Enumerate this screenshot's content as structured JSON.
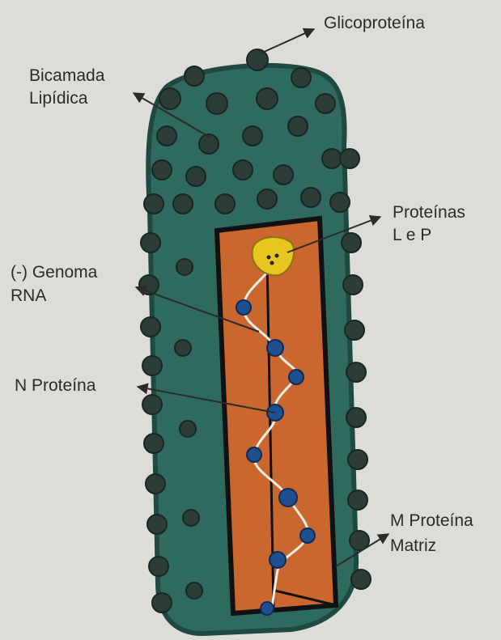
{
  "labels": {
    "glycoprotein": "Glicoproteína",
    "lipid_bilayer": [
      "Bicamada",
      "Lipídica"
    ],
    "l_p_proteins": [
      "Proteínas",
      "L e P"
    ],
    "genome": [
      "(-) Genoma",
      "RNA"
    ],
    "n_protein": "N Proteína",
    "m_protein": [
      "M Proteína",
      "Matriz"
    ]
  },
  "colors": {
    "background": "#dedcd6",
    "envelope": "#2f6a5f",
    "envelope_dark": "#1f4a42",
    "spike": "#2c3d37",
    "matrix_fill": "#c9672e",
    "l_p_protein": "#e8c620",
    "n_protein": "#1f4f8f",
    "rna_strand": "#f2ede4",
    "text": "#2b2b2b"
  }
}
